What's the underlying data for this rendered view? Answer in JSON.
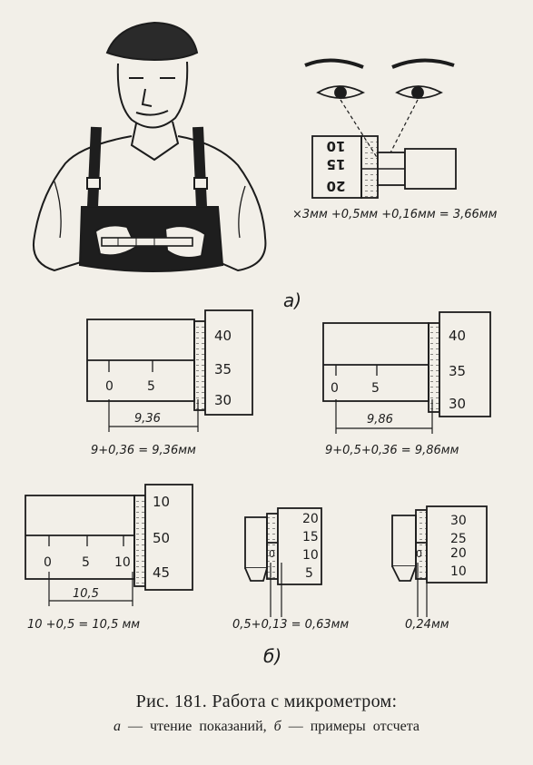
{
  "panel_a": {
    "letter": "а)",
    "equation": "×3мм +0,5мм +0,16мм = 3,66мм",
    "thimble_marks": [
      "20",
      "15",
      "10"
    ]
  },
  "panel_b": {
    "letter": "б)",
    "ex1": {
      "scale_marks": [
        "40",
        "35",
        "30"
      ],
      "sleeve_zero": "0",
      "sleeve_five": "5",
      "dimension": "9,36",
      "equation": "9+0,36 = 9,36мм"
    },
    "ex2": {
      "scale_marks": [
        "40",
        "35",
        "30"
      ],
      "sleeve_zero": "0",
      "sleeve_five": "5",
      "dimension": "9,86",
      "equation": "9+0,5+0,36 = 9,86мм"
    },
    "ex3": {
      "scale_marks": [
        "10",
        "50",
        "45"
      ],
      "sleeve_zero": "0",
      "sleeve_five": "5",
      "sleeve_ten": "10",
      "dimension": "10,5",
      "equation": "10 +0,5 = 10,5 мм"
    },
    "ex4": {
      "scale_marks": [
        "20",
        "15",
        "10",
        "5"
      ],
      "sleeve_zero": "0",
      "equation": "0,5+0,13 = 0,63мм"
    },
    "ex5": {
      "scale_marks": [
        "30",
        "25",
        "20",
        "10"
      ],
      "sleeve_zero": "0",
      "equation": "0,24мм"
    }
  },
  "caption": {
    "title": "Рис. 181. Работа с микрометром:",
    "part_a_letter": "а",
    "part_a_text": "— чтение показаний,",
    "part_b_letter": "б",
    "part_b_text": "— примеры отсчета"
  }
}
